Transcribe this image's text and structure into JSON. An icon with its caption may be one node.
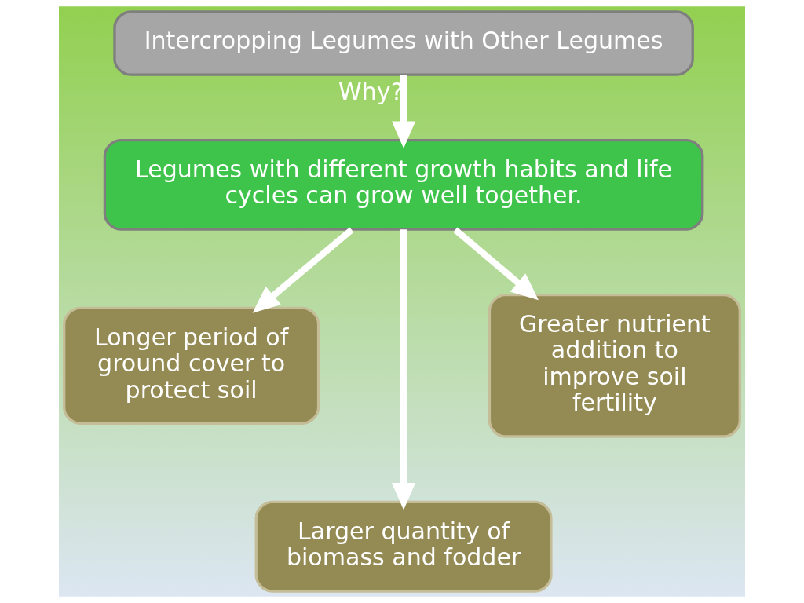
{
  "diagram": {
    "nodes": [
      {
        "text": [
          "Intercropping Legumes with Other Legumes"
        ]
      },
      {
        "text": [
          "Legumes with different growth habits and life cycles can grow well together."
        ]
      },
      {
        "text": [
          "Longer period of ground cover to protect soil"
        ]
      },
      {
        "text": [
          "Larger quantity of biomass and fodder"
        ]
      },
      {
        "text": [
          "Greater nutrient addition to improve soil fertility"
        ]
      }
    ],
    "edges": [
      {
        "from": 0,
        "to": 1,
        "arrow": "to",
        "label": "Why?"
      },
      {
        "from": 1,
        "to": 2,
        "arrow": "to"
      },
      {
        "from": 1,
        "to": 4,
        "arrow": "to"
      },
      {
        "from": 1,
        "to": 3,
        "arrow": "to"
      }
    ]
  }
}
